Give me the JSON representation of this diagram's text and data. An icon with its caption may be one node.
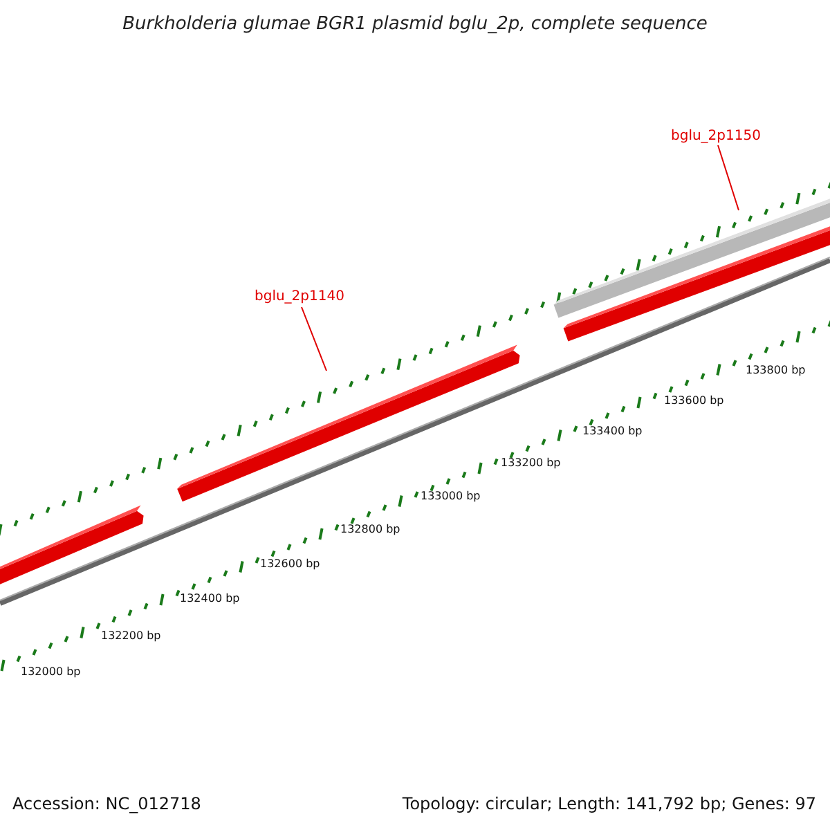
{
  "diagram": {
    "title": "Burkholderia glumae BGR1 plasmid bglu_2p, complete sequence",
    "nodes": [
      {
        "text": [
          "bglu_2p1140"
        ]
      },
      {
        "text": [
          "bglu_2p1150"
        ]
      },
      {
        "text": [],
        "shape": "bar"
      },
      {
        "text": [],
        "shape": "bar"
      },
      {
        "text": [],
        "shape": "bar"
      },
      {
        "text": [],
        "shape": "bar"
      }
    ],
    "edges": [
      {
        "from": 0,
        "to": 3,
        "arrow": "none"
      },
      {
        "from": 1,
        "to": 4,
        "arrow": "none"
      }
    ],
    "labels": [
      "132000 bp",
      "132200 bp",
      "132400 bp",
      "132600 bp",
      "132800 bp",
      "133000 bp",
      "133200 bp",
      "133400 bp",
      "133600 bp",
      "133800 bp",
      "Accession: NC_012718",
      "Topology: circular; Length: 141,792 bp; Genes: 97"
    ]
  }
}
